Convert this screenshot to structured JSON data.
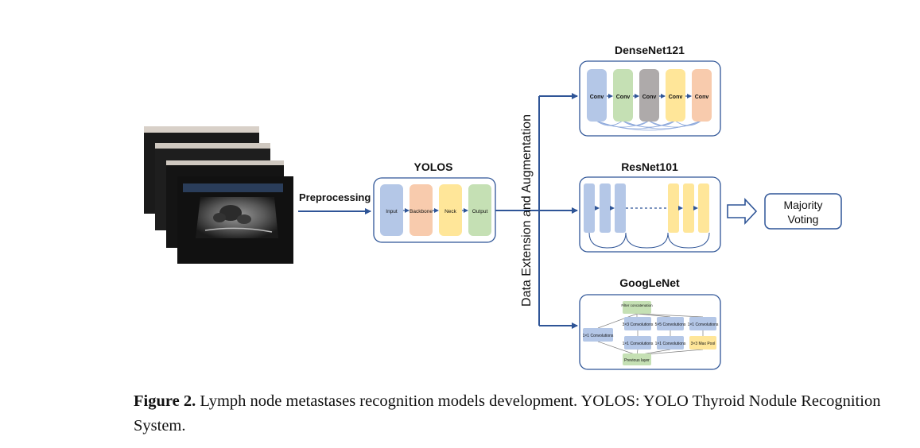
{
  "preprocessing_label": "Preprocessing",
  "yolos": {
    "title": "YOLOS",
    "blocks": [
      "Input",
      "Backbone",
      "Neck",
      "Output"
    ],
    "colors": [
      "#b4c7e7",
      "#f8cbad",
      "#ffe699",
      "#c5e0b4"
    ]
  },
  "augmentation_label": "Data Extension and Augmentation",
  "densenet": {
    "title": "DenseNet121",
    "blocks": [
      "Conv",
      "Conv",
      "Conv",
      "Conv",
      "Conv"
    ],
    "colors": [
      "#b4c7e7",
      "#c5e0b4",
      "#aeaaaa",
      "#ffe699",
      "#f8cbad"
    ]
  },
  "resnet": {
    "title": "ResNet101",
    "colors": [
      "#b4c7e7",
      "#ffe699"
    ]
  },
  "googlenet": {
    "title": "GoogLeNet",
    "filter_concat": "Filter concatenation",
    "previous_layer": "Previous layer",
    "top_row": [
      "3×3 Convolutions",
      "5×5 Convolutions",
      "1×1 Convolutions"
    ],
    "left_box": "1×1 Convolutions",
    "bottom_row": [
      "1×1 Convolutions",
      "1×1 Convolutions",
      "3×3 Max Pool"
    ],
    "colors": {
      "conv": "#b4c7e7",
      "concat": "#c5e0b4",
      "pool": "#ffe699"
    }
  },
  "voting_label": [
    "Majority",
    "Voting"
  ],
  "caption": {
    "figure_label": "Figure 2.",
    "text": " Lymph node metastases recognition models development. YOLOS: YOLO Thyroid Nodule Recognition System."
  },
  "colors": {
    "arrow": "#2f5597",
    "panel_border": "#2f5597"
  }
}
